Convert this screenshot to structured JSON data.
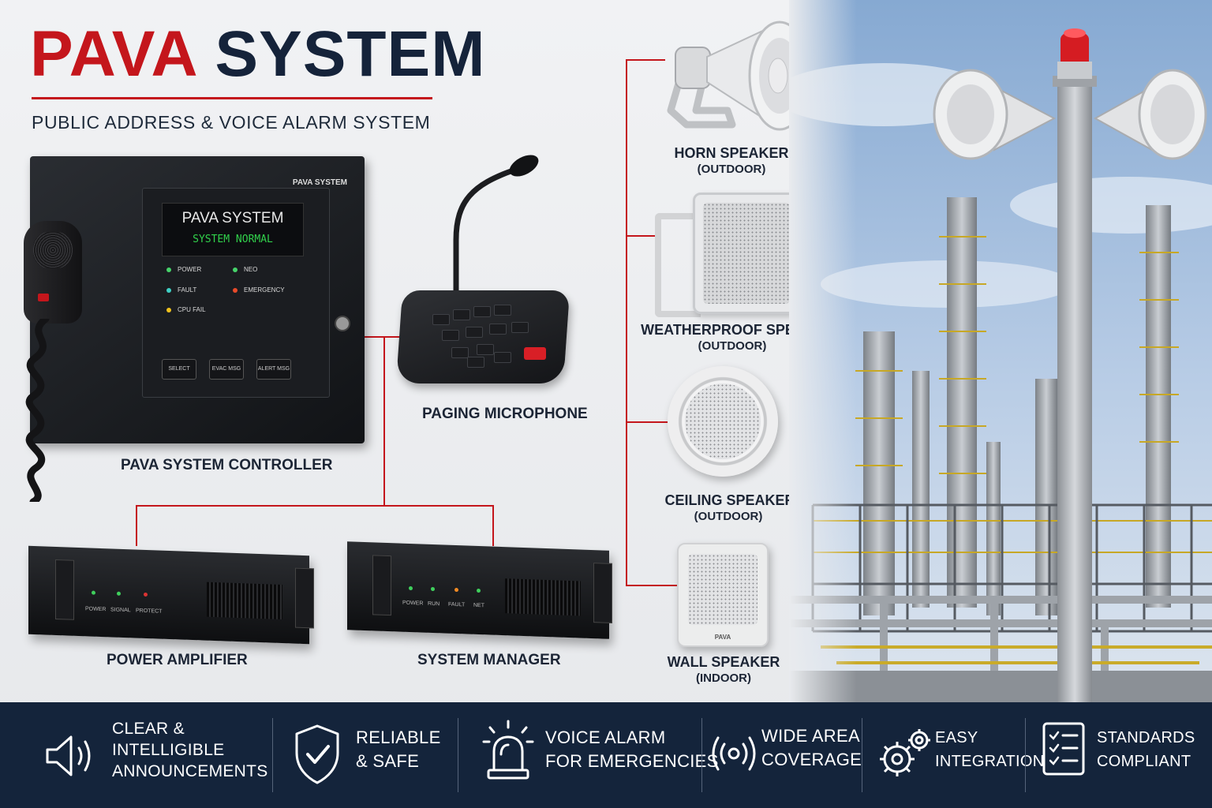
{
  "header": {
    "title_part1": "PAVA",
    "title_part2": "SYSTEM",
    "subtitle": "PUBLIC ADDRESS & VOICE ALARM SYSTEM"
  },
  "controller": {
    "label": "PAVA SYSTEM CONTROLLER",
    "brand": "PAVA SYSTEM",
    "screen_title": "PAVA SYSTEM",
    "screen_status": "SYSTEM NORMAL",
    "indicators": [
      "POWER",
      "FAULT",
      "CPU FAIL",
      "NEO",
      "EMERGENCY"
    ],
    "buttons": [
      "SELECT",
      "EVAC MSG",
      "ALERT MSG"
    ]
  },
  "paging_mic": {
    "label": "PAGING MICROPHONE"
  },
  "amplifier": {
    "label": "POWER AMPLIFIER",
    "leds": [
      "POWER",
      "SIGNAL",
      "PROTECT"
    ]
  },
  "manager": {
    "label": "SYSTEM MANAGER",
    "leds": [
      "POWER",
      "RUN",
      "FAULT",
      "NET"
    ]
  },
  "speakers": [
    {
      "name": "HORN SPEAKER",
      "type": "(OUTDOOR)"
    },
    {
      "name": "WEATHERPROOF SPEAKER",
      "type": "(OUTDOOR)"
    },
    {
      "name": "CEILING SPEAKER",
      "type": "(OUTDOOR)"
    },
    {
      "name": "WALL SPEAKER",
      "type": "(INDOOR)"
    }
  ],
  "speaker_badge": "PAVA",
  "features": [
    {
      "icon": "speaker-icon",
      "lines": [
        "CLEAR &",
        "INTELLIGIBLE",
        "ANNOUNCEMENTS"
      ]
    },
    {
      "icon": "shield-check-icon",
      "lines": [
        "RELIABLE",
        "& SAFE"
      ]
    },
    {
      "icon": "alarm-beacon-icon",
      "lines": [
        "VOICE ALARM",
        "FOR EMERGENCIES"
      ]
    },
    {
      "icon": "broadcast-icon",
      "lines": [
        "WIDE AREA",
        "COVERAGE"
      ]
    },
    {
      "icon": "gears-icon",
      "lines": [
        "EASY",
        "INTEGRATION"
      ]
    },
    {
      "icon": "checklist-icon",
      "lines": [
        "STANDARDS",
        "COMPLIANT"
      ]
    }
  ],
  "colors": {
    "accent_red": "#c4161c",
    "navy": "#14243b",
    "status_green": "#31d14b"
  }
}
